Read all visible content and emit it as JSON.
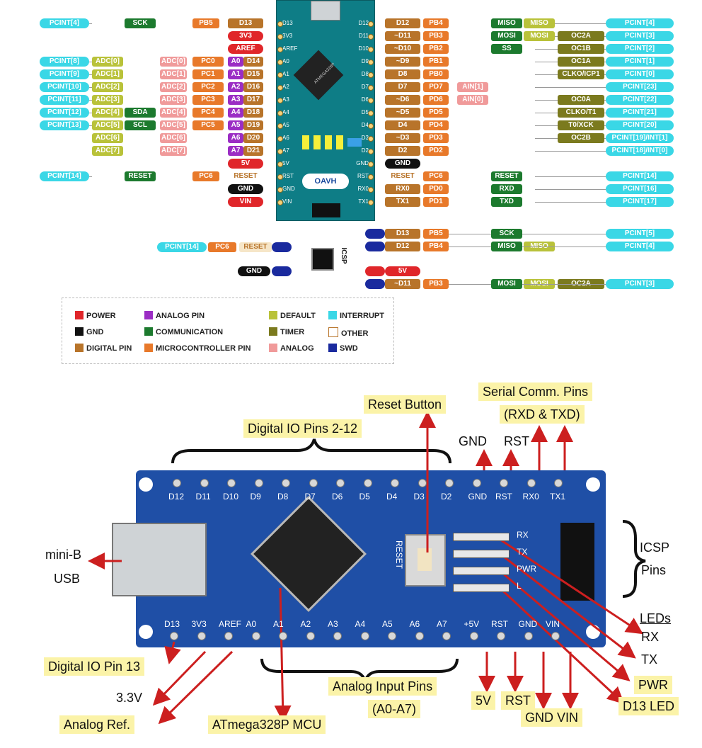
{
  "colors": {
    "power": "#e0262a",
    "gnd": "#111111",
    "digital": "#b8742a",
    "analog_pin": "#9b2dc4",
    "communication": "#1c7a2e",
    "mcu": "#e8792a",
    "default": "#b9c23a",
    "timer": "#7b7a1e",
    "analog": "#f09a9a",
    "interrupt": "#3ad7e6",
    "swd": "#1a2a9e",
    "board": "#1f4fa6",
    "arrow": "#cc1f1f"
  },
  "board_top": {
    "chip_label": "ATMEGA328P",
    "logo": "OAVH",
    "left_pins": [
      "D13",
      "3V3",
      "AREF",
      "A0",
      "A1",
      "A2",
      "A3",
      "A4",
      "A5",
      "A6",
      "A7",
      "5V",
      "RST",
      "GND",
      "VIN"
    ],
    "right_pins": [
      "D12",
      "D11",
      "D10",
      "D9",
      "D8",
      "D7",
      "D6",
      "D5",
      "D4",
      "D3",
      "D2",
      "GND",
      "RST",
      "RX0",
      "TX1"
    ]
  },
  "top_left_rows": [
    {
      "a": "PCINT[4]",
      "b": "SCK",
      "c": "PB5",
      "d": "D13"
    },
    {
      "a": "",
      "b": "",
      "c": "",
      "d": "3V3"
    },
    {
      "a": "",
      "b": "",
      "c": "",
      "d": "AREF"
    },
    {
      "a": "PCINT[8]",
      "b": "ADC[0]",
      "c": "ADC[0]",
      "d": "PC0",
      "e": "A0",
      "f": "D14"
    },
    {
      "a": "PCINT[9]",
      "b": "ADC[1]",
      "c": "ADC[1]",
      "d": "PC1",
      "e": "A1",
      "f": "D15"
    },
    {
      "a": "PCINT[10]",
      "b": "ADC[2]",
      "c": "ADC[2]",
      "d": "PC2",
      "e": "A2",
      "f": "D16"
    },
    {
      "a": "PCINT[11]",
      "b": "ADC[3]",
      "c": "ADC[3]",
      "d": "PC3",
      "e": "A3",
      "f": "D17"
    },
    {
      "a": "PCINT[12]",
      "b": "ADC[4]",
      "x": "SDA",
      "c": "ADC[4]",
      "d": "PC4",
      "e": "A4",
      "f": "D18"
    },
    {
      "a": "PCINT[13]",
      "b": "ADC[5]",
      "x": "SCL",
      "c": "ADC[5]",
      "d": "PC5",
      "e": "A5",
      "f": "D19"
    },
    {
      "b": "ADC[6]",
      "c": "ADC[6]",
      "e": "A6",
      "f": "D20"
    },
    {
      "b": "ADC[7]",
      "c": "ADC[7]",
      "e": "A7",
      "f": "D21"
    },
    {
      "d": "5V"
    },
    {
      "a": "PCINT[14]",
      "b": "RESET",
      "c": "PC6",
      "d": "RESET"
    },
    {
      "d": "GND"
    },
    {
      "d": "VIN"
    }
  ],
  "top_right_rows": [
    {
      "a": "D12",
      "b": "PB4",
      "c": "MISO",
      "d": "MISO",
      "f": "PCINT[4]"
    },
    {
      "a": "~D11",
      "b": "PB3",
      "c": "MOSI",
      "d": "MOSI",
      "e": "OC2A",
      "f": "PCINT[3]"
    },
    {
      "a": "~D10",
      "b": "PB2",
      "c": "SS",
      "e": "OC1B",
      "f": "PCINT[2]"
    },
    {
      "a": "~D9",
      "b": "PB1",
      "e": "OC1A",
      "f": "PCINT[1]"
    },
    {
      "a": "D8",
      "b": "PB0",
      "e": "CLKO/ICP1",
      "f": "PCINT[0]"
    },
    {
      "a": "D7",
      "b": "PD7",
      "x": "AIN[1]",
      "f": "PCINT[23]"
    },
    {
      "a": "~D6",
      "b": "PD6",
      "x": "AIN[0]",
      "e": "OC0A",
      "f": "PCINT[22]"
    },
    {
      "a": "~D5",
      "b": "PD5",
      "e": "CLKO/T1",
      "f": "PCINT[21]"
    },
    {
      "a": "D4",
      "b": "PD4",
      "e": "T0/XCK",
      "f": "PCINT[20]"
    },
    {
      "a": "~D3",
      "b": "PD3",
      "e": "OC2B",
      "f": "PCINT[19]/INT[1]"
    },
    {
      "a": "D2",
      "b": "PD2",
      "f": "PCINT[18]/INT[0]"
    },
    {
      "a": "GND"
    },
    {
      "a": "RESET",
      "b": "PC6",
      "c": "RESET",
      "f": "PCINT[14]"
    },
    {
      "a": "RX0",
      "b": "PD0",
      "c": "RXD",
      "f": "PCINT[16]"
    },
    {
      "a": "TX1",
      "b": "PD1",
      "c": "TXD",
      "f": "PCINT[17]"
    }
  ],
  "icsp": {
    "left_rows": [
      {
        "a": "PCINT[14]",
        "b": "PC6",
        "c": "RESET"
      },
      {
        "c": "GND"
      }
    ],
    "right_rows": [
      {
        "a": "D13",
        "b": "PB5",
        "c": "SCK",
        "f": "PCINT[5]"
      },
      {
        "a": "D12",
        "b": "PB4",
        "c": "MISO",
        "d": "MISO",
        "f": "PCINT[4]"
      },
      {
        "a": "5V"
      },
      {
        "a": "~D11",
        "b": "PB3",
        "c": "MOSI",
        "d": "MOSI",
        "e": "OC2A",
        "f": "PCINT[3]"
      }
    ],
    "label": "ICSP"
  },
  "legend": [
    {
      "key": "power",
      "label": "POWER"
    },
    {
      "key": "analog_pin",
      "label": "ANALOG PIN"
    },
    {
      "key": "default",
      "label": "DEFAULT"
    },
    {
      "key": "interrupt",
      "label": "INTERRUPT"
    },
    {
      "key": "gnd",
      "label": "GND"
    },
    {
      "key": "communication",
      "label": "COMMUNICATION"
    },
    {
      "key": "timer",
      "label": "TIMER"
    },
    {
      "key": "other",
      "label": "OTHER"
    },
    {
      "key": "digital",
      "label": "DIGITAL PIN"
    },
    {
      "key": "mcu",
      "label": "MICROCONTROLLER PIN"
    },
    {
      "key": "analog",
      "label": "ANALOG"
    },
    {
      "key": "swd",
      "label": "SWD"
    }
  ],
  "board_bottom": {
    "top_pins": [
      "D12",
      "D11",
      "D10",
      "D9",
      "D8",
      "D7",
      "D6",
      "D5",
      "D4",
      "D3",
      "D2",
      "GND",
      "RST",
      "RX0",
      "TX1"
    ],
    "bottom_pins": [
      "D13",
      "3V3",
      "AREF",
      "A0",
      "A1",
      "A2",
      "A3",
      "A4",
      "A5",
      "A6",
      "A7",
      "+5V",
      "RST",
      "GND",
      "VIN"
    ],
    "reset_text": "RESET",
    "led_text": [
      "RX",
      "TX",
      "PWR",
      "L"
    ]
  },
  "annotations": {
    "digital_io": "Digital IO Pins 2-12",
    "reset_button": "Reset Button",
    "serial_line1": "Serial Comm. Pins",
    "serial_line2": "(RXD & TXD)",
    "gnd": "GND",
    "rst": "RST",
    "mini_b_line1": "mini-B",
    "mini_b_line2": "USB",
    "icsp_line1": "ICSP",
    "icsp_line2": "Pins",
    "leds_title": "LEDs",
    "rx": "RX",
    "tx": "TX",
    "pwr": "PWR",
    "d13_led": "D13 LED",
    "digital_io_13": "Digital IO Pin 13",
    "v33": "3.3V",
    "analog_ref": "Analog Ref.",
    "mcu": "ATmega328P MCU",
    "analog_input_line1": "Analog Input Pins",
    "analog_input_line2": "(A0-A7)",
    "v5": "5V",
    "rst2": "RST",
    "gnd_vin": "GND VIN"
  }
}
